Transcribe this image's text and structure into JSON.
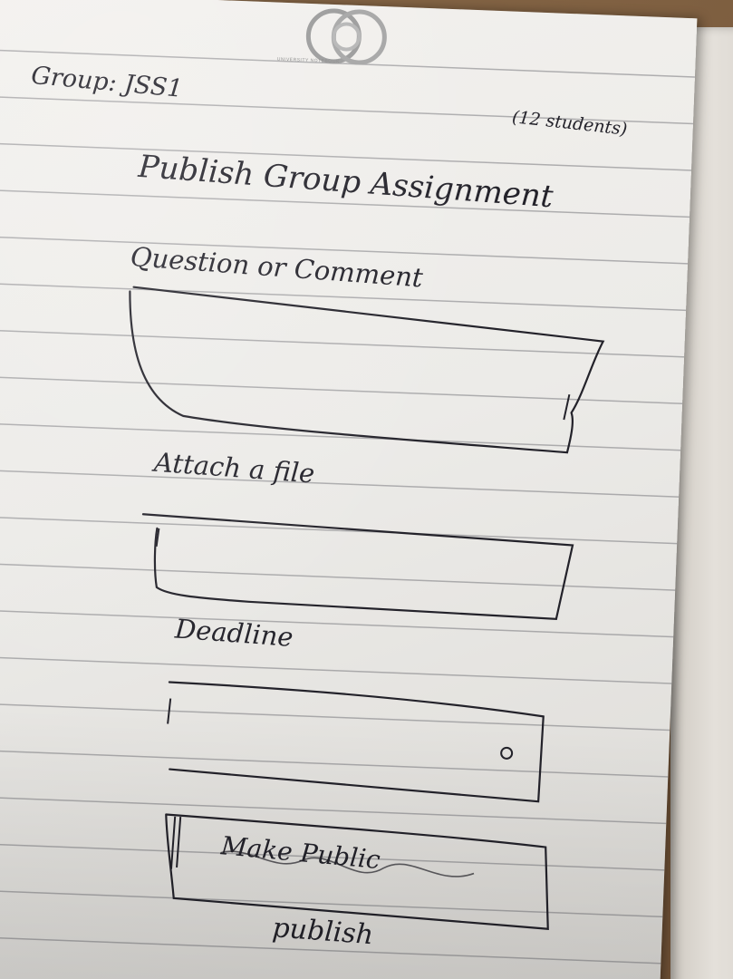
{
  "note": {
    "group_label": "Group: JSS1",
    "student_count": "(12 students)",
    "title": "Publish Group Assignment",
    "question_label": "Question or Comment",
    "attach_label": "Attach a file",
    "deadline_label": "Deadline",
    "publish_button_label": "Make Public",
    "publish_button_correction": "publish"
  },
  "colors": {
    "ink": "#23222a",
    "paper": "#ecebe8",
    "rule_line": "#78787d"
  }
}
